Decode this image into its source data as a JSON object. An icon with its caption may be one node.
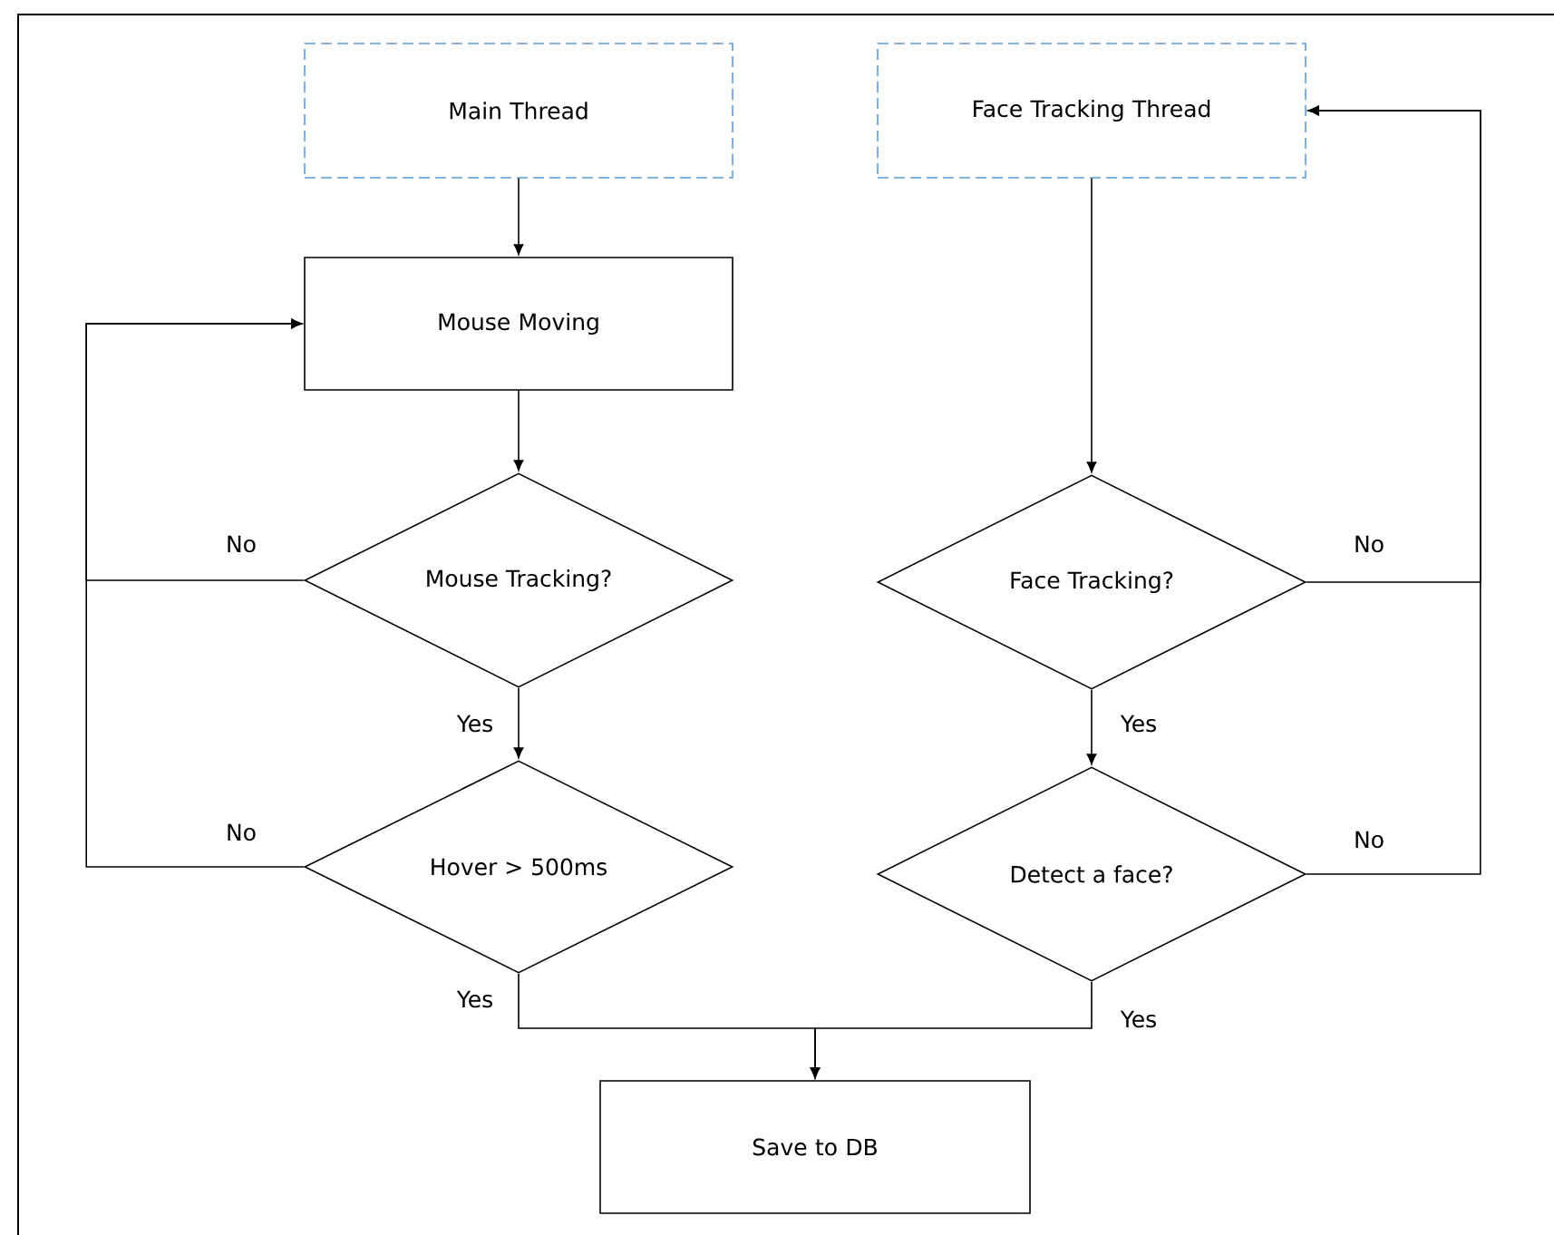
{
  "diagram": {
    "nodes": [
      {
        "text": [
          "Main Thread"
        ]
      },
      {
        "text": [
          "Face Tracking Thread"
        ]
      },
      {
        "text": [
          "Mouse Moving"
        ]
      },
      {
        "text": [
          "Mouse Tracking?"
        ]
      },
      {
        "text": [
          "Face Tracking?"
        ]
      },
      {
        "text": [
          "Hover > 500ms"
        ]
      },
      {
        "text": [
          "Detect a face?"
        ]
      },
      {
        "text": [
          "Save to DB"
        ]
      }
    ],
    "edges": [
      {
        "from": 0,
        "to": 2,
        "arrow": "to"
      },
      {
        "from": 2,
        "to": 3,
        "arrow": "to"
      },
      {
        "from": 3,
        "to": 2,
        "arrow": "to",
        "label": "No"
      },
      {
        "from": 3,
        "to": 5,
        "arrow": "to",
        "label": "Yes"
      },
      {
        "from": 5,
        "to": 2,
        "arrow": "to",
        "label": "No"
      },
      {
        "from": 1,
        "to": 4,
        "arrow": "to"
      },
      {
        "from": 4,
        "to": 1,
        "arrow": "to",
        "label": "No"
      },
      {
        "from": 4,
        "to": 6,
        "arrow": "to",
        "label": "Yes"
      },
      {
        "from": 6,
        "to": 1,
        "arrow": "to",
        "label": "No"
      },
      {
        "from": 5,
        "to": 7,
        "arrow": "to",
        "label": "Yes"
      },
      {
        "from": 6,
        "to": 7,
        "arrow": "to",
        "label": "Yes"
      }
    ]
  }
}
